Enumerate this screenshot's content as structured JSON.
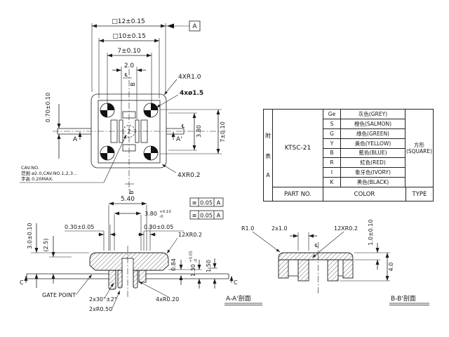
{
  "symbols": {
    "centerline": "℄",
    "symmetry": "≡"
  },
  "top_view": {
    "dim_sq12": "□12±0.15",
    "dim_sq10": "□10±0.15",
    "dim_7_top": "7±0.10",
    "dim_2": "2.0",
    "dim_070": "0.70±0.10",
    "dim_380": "3.80",
    "dim_7_right": "7±0.10",
    "datum_a": "A",
    "label_4xr10": "4XR1.0",
    "label_4xphi15": "4xø1.5",
    "label_4xr02": "4XR0.2",
    "cav_no": "2",
    "cav_note_1": "CAV.NO.",
    "cav_note_2": "范围 ø2.0,CAV.NO.1,2,3...",
    "cav_note_3": "字高 0.20MAX.",
    "marker_a": "A",
    "marker_a_prime": "A'",
    "marker_b_top": "B",
    "marker_b_bottom": "B'"
  },
  "section_aa": {
    "title": "A-A'剖面",
    "dim_540": "5.40",
    "dim_380": {
      "value": "3.80",
      "tol_up": "+0.10",
      "tol_dn": "-0"
    },
    "fcf": {
      "symbol": "≡",
      "tolerance": "0.05",
      "datum": "A"
    },
    "dim_030_left": "0.30±0.05",
    "dim_030_right": "0.30±0.05",
    "label_12xr02": "12XR0.2",
    "dim_25": "(2.5)",
    "dim_30": "3.0±0.10",
    "gate_point": "GATE POINT",
    "dim_chamfer": "2x30°±2°",
    "label_2xr050": "2xR0.50",
    "label_4xr020": "4xR0.20",
    "dim_084": "0.84",
    "dim_130": {
      "value": "1.30",
      "tol_up": "+0.05",
      "tol_dn": "-0"
    },
    "dim_150": "1.50",
    "marker_c": "C"
  },
  "section_bb": {
    "title": "B-B'剖面",
    "label_r10": "R1.0",
    "dim_2x10": "2x1.0",
    "label_12xr02": "12XR0.2",
    "dim_10": "1.0±0.10",
    "dim_40": "4.0"
  },
  "table": {
    "side_label_chars": [
      "附",
      "表",
      "A"
    ],
    "part_no_value": "KTSC-21",
    "part_no_label": "PART  NO.",
    "color_label": "COLOR",
    "type_label": "TYPE",
    "type_value_cn": "方形",
    "type_value_en": "(SQUARE)",
    "rows": [
      {
        "code": "Ge",
        "color": "灰色(GREY)"
      },
      {
        "code": "S",
        "color": "橙色(SALMON)"
      },
      {
        "code": "G",
        "color": "綠色(GREEN)"
      },
      {
        "code": "Y",
        "color": "黃色(YELLOW)"
      },
      {
        "code": "B",
        "color": "藍色(BLUE)"
      },
      {
        "code": "R",
        "color": "紅色(RED)"
      },
      {
        "code": "I",
        "color": "象牙色(IVORY)"
      },
      {
        "code": "K",
        "color": "黑色(BLACK)"
      }
    ]
  }
}
